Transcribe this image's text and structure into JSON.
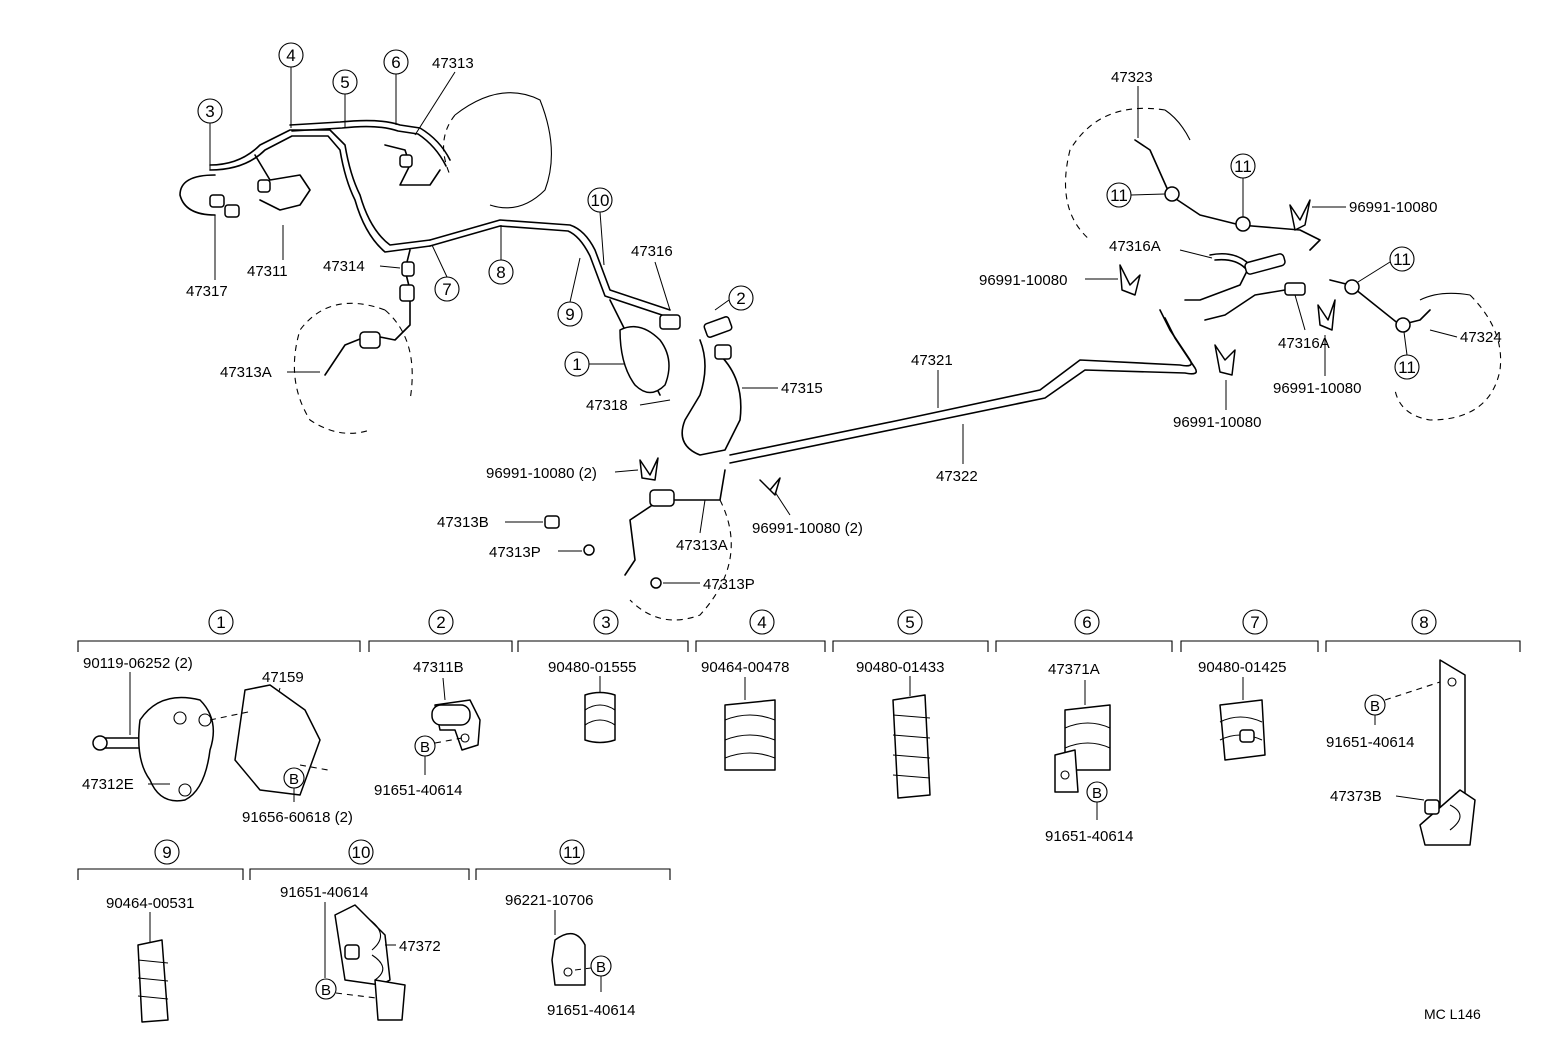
{
  "callouts": {
    "c1": "1",
    "c2": "2",
    "c3": "3",
    "c4": "4",
    "c5": "5",
    "c6": "6",
    "c7": "7",
    "c8": "8",
    "c9": "9",
    "c10": "10",
    "c11": "11"
  },
  "parts": {
    "p47313": "47313",
    "p47317": "47317",
    "p47311": "47311",
    "p47314": "47314",
    "p47313A": "47313A",
    "p47316": "47316",
    "p47318": "47318",
    "p47315": "47315",
    "p47321": "47321",
    "p47322": "47322",
    "p47323": "47323",
    "p47316A": "47316A",
    "p47324": "47324",
    "p47313B": "47313B",
    "p47313P": "47313P",
    "p96991": "96991-10080",
    "p96991x2": "96991-10080 (2)",
    "p90119": "90119-06252 (2)",
    "p47159": "47159",
    "p47312E": "47312E",
    "p91656": "91656-60618 (2)",
    "p47311B": "47311B",
    "p91651": "91651-40614",
    "p90480_01555": "90480-01555",
    "p90464_00478": "90464-00478",
    "p90480_01433": "90480-01433",
    "p47371A": "47371A",
    "p90480_01425": "90480-01425",
    "p47373B": "47373B",
    "p90464_00531": "90464-00531",
    "p47372": "47372",
    "p96221": "96221-10706"
  },
  "bolt_symbol": "B",
  "page_code": "MC  L146"
}
